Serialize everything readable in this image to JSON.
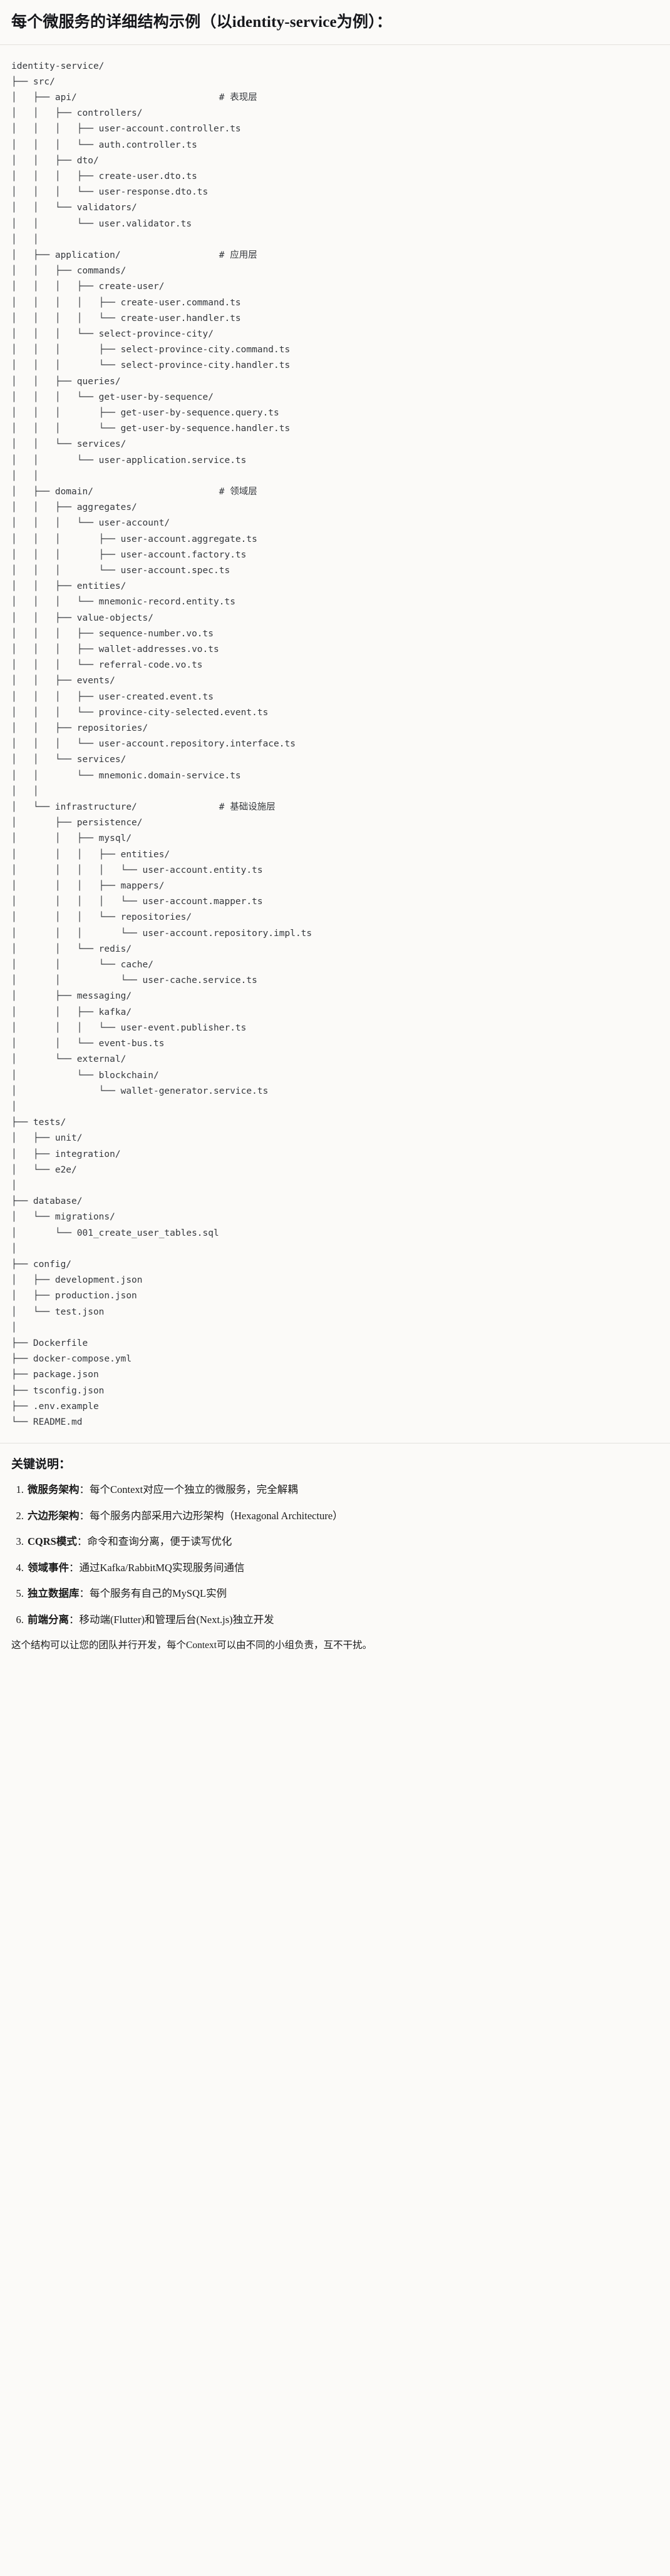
{
  "document": {
    "title": "每个微服务的详细结构示例（以identity-service为例）："
  },
  "tree": {
    "root": "identity-service/",
    "text": "identity-service/\n├── src/\n│   ├── api/                          # 表现层\n│   │   ├── controllers/\n│   │   │   ├── user-account.controller.ts\n│   │   │   └── auth.controller.ts\n│   │   ├── dto/\n│   │   │   ├── create-user.dto.ts\n│   │   │   └── user-response.dto.ts\n│   │   └── validators/\n│   │       └── user.validator.ts\n│   │\n│   ├── application/                  # 应用层\n│   │   ├── commands/\n│   │   │   ├── create-user/\n│   │   │   │   ├── create-user.command.ts\n│   │   │   │   └── create-user.handler.ts\n│   │   │   └── select-province-city/\n│   │   │       ├── select-province-city.command.ts\n│   │   │       └── select-province-city.handler.ts\n│   │   ├── queries/\n│   │   │   └── get-user-by-sequence/\n│   │   │       ├── get-user-by-sequence.query.ts\n│   │   │       └── get-user-by-sequence.handler.ts\n│   │   └── services/\n│   │       └── user-application.service.ts\n│   │\n│   ├── domain/                       # 领域层\n│   │   ├── aggregates/\n│   │   │   └── user-account/\n│   │   │       ├── user-account.aggregate.ts\n│   │   │       ├── user-account.factory.ts\n│   │   │       └── user-account.spec.ts\n│   │   ├── entities/\n│   │   │   └── mnemonic-record.entity.ts\n│   │   ├── value-objects/\n│   │   │   ├── sequence-number.vo.ts\n│   │   │   ├── wallet-addresses.vo.ts\n│   │   │   └── referral-code.vo.ts\n│   │   ├── events/\n│   │   │   ├── user-created.event.ts\n│   │   │   └── province-city-selected.event.ts\n│   │   ├── repositories/\n│   │   │   └── user-account.repository.interface.ts\n│   │   └── services/\n│   │       └── mnemonic.domain-service.ts\n│   │\n│   └── infrastructure/               # 基础设施层\n│       ├── persistence/\n│       │   ├── mysql/\n│       │   │   ├── entities/\n│       │   │   │   └── user-account.entity.ts\n│       │   │   ├── mappers/\n│       │   │   │   └── user-account.mapper.ts\n│       │   │   └── repositories/\n│       │   │       └── user-account.repository.impl.ts\n│       │   └── redis/\n│       │       └── cache/\n│       │           └── user-cache.service.ts\n│       ├── messaging/\n│       │   ├── kafka/\n│       │   │   └── user-event.publisher.ts\n│       │   └── event-bus.ts\n│       └── external/\n│           └── blockchain/\n│               └── wallet-generator.service.ts\n│\n├── tests/\n│   ├── unit/\n│   ├── integration/\n│   └── e2e/\n│\n├── database/\n│   └── migrations/\n│       └── 001_create_user_tables.sql\n│\n├── config/\n│   ├── development.json\n│   ├── production.json\n│   └── test.json\n│\n├── Dockerfile\n├── docker-compose.yml\n├── package.json\n├── tsconfig.json\n├── .env.example\n└── README.md",
    "comments": [
      {
        "path": "api/",
        "label": "# 表现层"
      },
      {
        "path": "application/",
        "label": "# 应用层"
      },
      {
        "path": "domain/",
        "label": "# 领域层"
      },
      {
        "path": "infrastructure/",
        "label": "# 基础设施层"
      }
    ]
  },
  "keys": {
    "title": "关键说明：",
    "items": [
      {
        "term": "微服务架构",
        "sep": "：",
        "desc": "每个Context对应一个独立的微服务，完全解耦"
      },
      {
        "term": "六边形架构",
        "sep": "：",
        "desc": "每个服务内部采用六边形架构（Hexagonal Architecture）"
      },
      {
        "term": "CQRS模式",
        "sep": "：",
        "desc": "命令和查询分离，便于读写优化"
      },
      {
        "term": "领域事件",
        "sep": "：",
        "desc": "通过Kafka/RabbitMQ实现服务间通信"
      },
      {
        "term": "独立数据库",
        "sep": "：",
        "desc": "每个服务有自己的MySQL实例"
      },
      {
        "term": "前端分离",
        "sep": "：",
        "desc": "移动端(Flutter)和管理后台(Next.js)独立开发"
      }
    ],
    "closing": "这个结构可以让您的团队并行开发，每个Context可以由不同的小组负责，互不干扰。"
  }
}
